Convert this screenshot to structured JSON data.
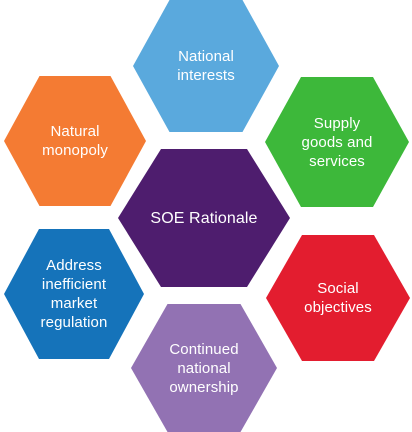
{
  "diagram": {
    "center": {
      "label": "SOE Rationale",
      "color": "#4e1d6e"
    },
    "nodes": [
      {
        "id": "top",
        "label": "National\ninterests",
        "color": "#5aa9dd"
      },
      {
        "id": "tl",
        "label": "Natural\nmonopoly",
        "color": "#f47b33"
      },
      {
        "id": "tr",
        "label": "Supply\ngoods and\nservices",
        "color": "#3db83a"
      },
      {
        "id": "bl",
        "label": "Address\ninefficient\nmarket\nregulation",
        "color": "#1573ba"
      },
      {
        "id": "br",
        "label": "Social\nobjectives",
        "color": "#e31d2f"
      },
      {
        "id": "bottom",
        "label": "Continued\nnational\nownership",
        "color": "#9272b3"
      }
    ]
  }
}
